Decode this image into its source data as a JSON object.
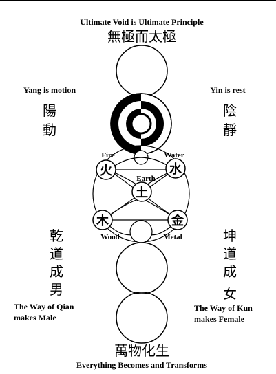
{
  "top": {
    "english": "Ultimate Void is Ultimate Principle",
    "chinese": "無極而太極"
  },
  "yang": {
    "english": "Yang is motion",
    "chars": [
      "陽",
      "動"
    ]
  },
  "yin": {
    "english": "Yin is rest",
    "chars": [
      "陰",
      "靜"
    ]
  },
  "elements": {
    "fire": {
      "label": "Fire",
      "char": "火"
    },
    "water": {
      "label": "Water",
      "char": "水"
    },
    "earth": {
      "label": "Earth",
      "char": "土"
    },
    "wood": {
      "label": "Wood",
      "char": "木"
    },
    "metal": {
      "label": "Metal",
      "char": "金"
    }
  },
  "qian": {
    "chars": [
      "乾",
      "道",
      "成",
      "男"
    ],
    "line1": "The Way of Qian",
    "line2": "makes Male"
  },
  "kun": {
    "chars": [
      "坤",
      "道",
      "成",
      "女"
    ],
    "line1": "The Way of Kun",
    "line2": "makes Female"
  },
  "bottom": {
    "chinese": "萬物化生",
    "english": "Everything Becomes and Transforms"
  },
  "colors": {
    "ink": "#000000",
    "paper": "#ffffff"
  }
}
